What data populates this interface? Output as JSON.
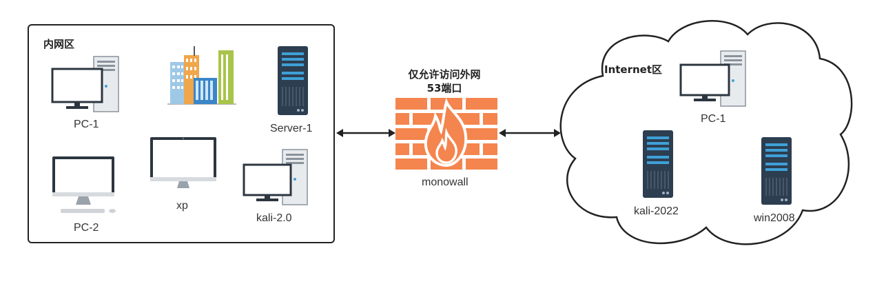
{
  "intranet": {
    "title": "内网区",
    "nodes": {
      "pc1": "PC-1",
      "pc2": "PC-2",
      "xp": "xp",
      "kali": "kali-2.0",
      "server": "Server-1"
    }
  },
  "firewall": {
    "rule_line1": "仅允许访问外网",
    "rule_line2": "53端口",
    "name": "monowall"
  },
  "internet": {
    "title": "Internet区",
    "nodes": {
      "pc1": "PC-1",
      "kali": "kali-2022",
      "win": "win2008"
    }
  },
  "colors": {
    "firewall_brick": "#f4854e",
    "server_dark": "#2c3e50",
    "server_accent": "#3fa0d8",
    "outline": "#222222"
  }
}
